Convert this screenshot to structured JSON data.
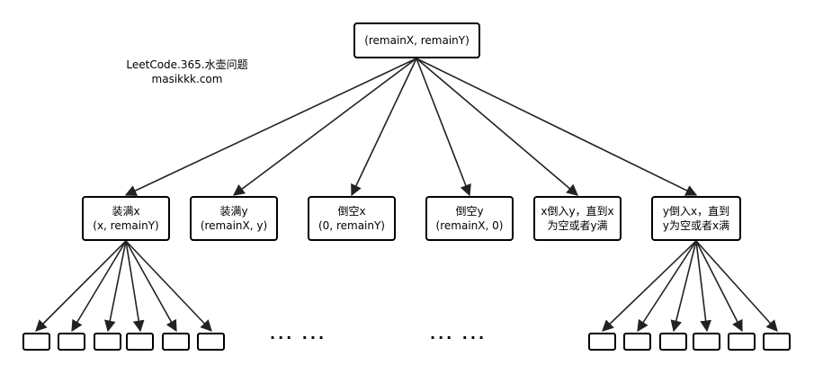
{
  "caption": {
    "line1": "LeetCode.365.水壶问题",
    "line2": "masikkk.com"
  },
  "root": {
    "label": "(remainX, remainY)"
  },
  "children": [
    {
      "line1": "装满x",
      "line2": "(x, remainY)"
    },
    {
      "line1": "装满y",
      "line2": "(remainX, y)"
    },
    {
      "line1": "倒空x",
      "line2": "(0, remainY)"
    },
    {
      "line1": "倒空y",
      "line2": "(remainX, 0)"
    },
    {
      "line1": "x倒入y，直到x",
      "line2": "为空或者y满"
    },
    {
      "line1": "y倒入x，直到",
      "line2": "y为空或者x满"
    }
  ],
  "ellipses": [
    "··· ···",
    "··· ···"
  ]
}
